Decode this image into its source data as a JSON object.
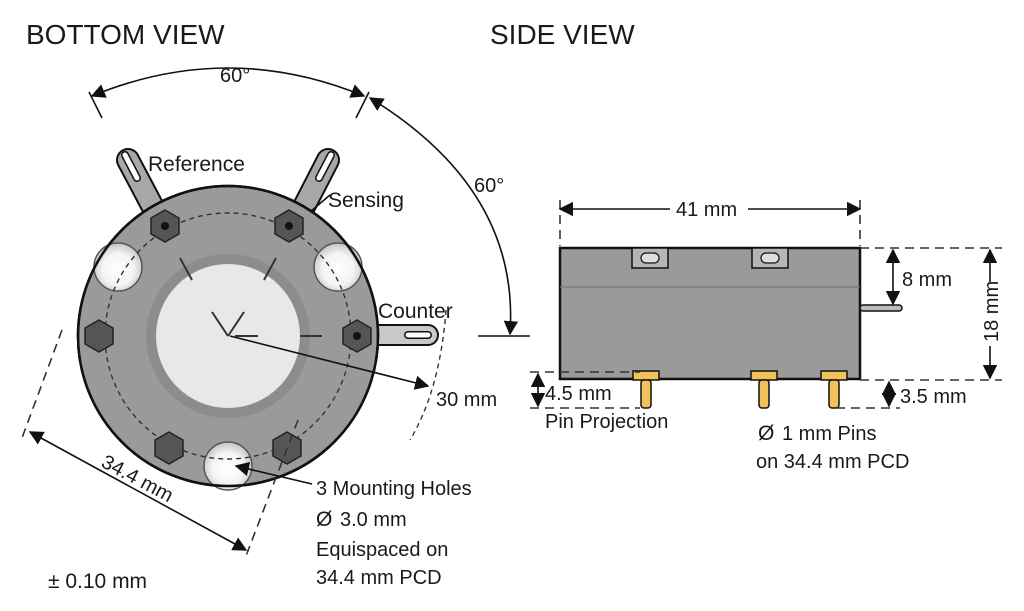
{
  "bottom_view": {
    "title": "BOTTOM VIEW",
    "angle_top": "60°",
    "angle_right": "60°",
    "label_reference": "Reference",
    "label_sensing": "Sensing",
    "label_counter": "Counter",
    "dim_radius": "30 mm",
    "dim_diameter": "34.4 mm",
    "holes_line1": "3 Mounting Holes",
    "holes_line2_symbol": "Ø",
    "holes_line2": "3.0 mm",
    "holes_line3": "Equispaced on",
    "holes_line4": "34.4 mm PCD",
    "tolerance": "± 0.10 mm"
  },
  "side_view": {
    "title": "SIDE VIEW",
    "dim_width": "41 mm",
    "dim_8": "8 mm",
    "dim_18": "18 mm",
    "dim_3_5": "3.5 mm",
    "dim_4_5": "4.5 mm",
    "pin_projection": "Pin Projection",
    "pins_line1_symbol": "Ø",
    "pins_line1": "1 mm Pins",
    "pins_line2": "on 34.4 mm PCD"
  },
  "colors": {
    "body_gray": "#9a9a9a",
    "face_light": "#e8e8e8",
    "ring_gray": "#8c8c8c",
    "hex_dark": "#555555",
    "pin_gold": "#f2c25a"
  }
}
